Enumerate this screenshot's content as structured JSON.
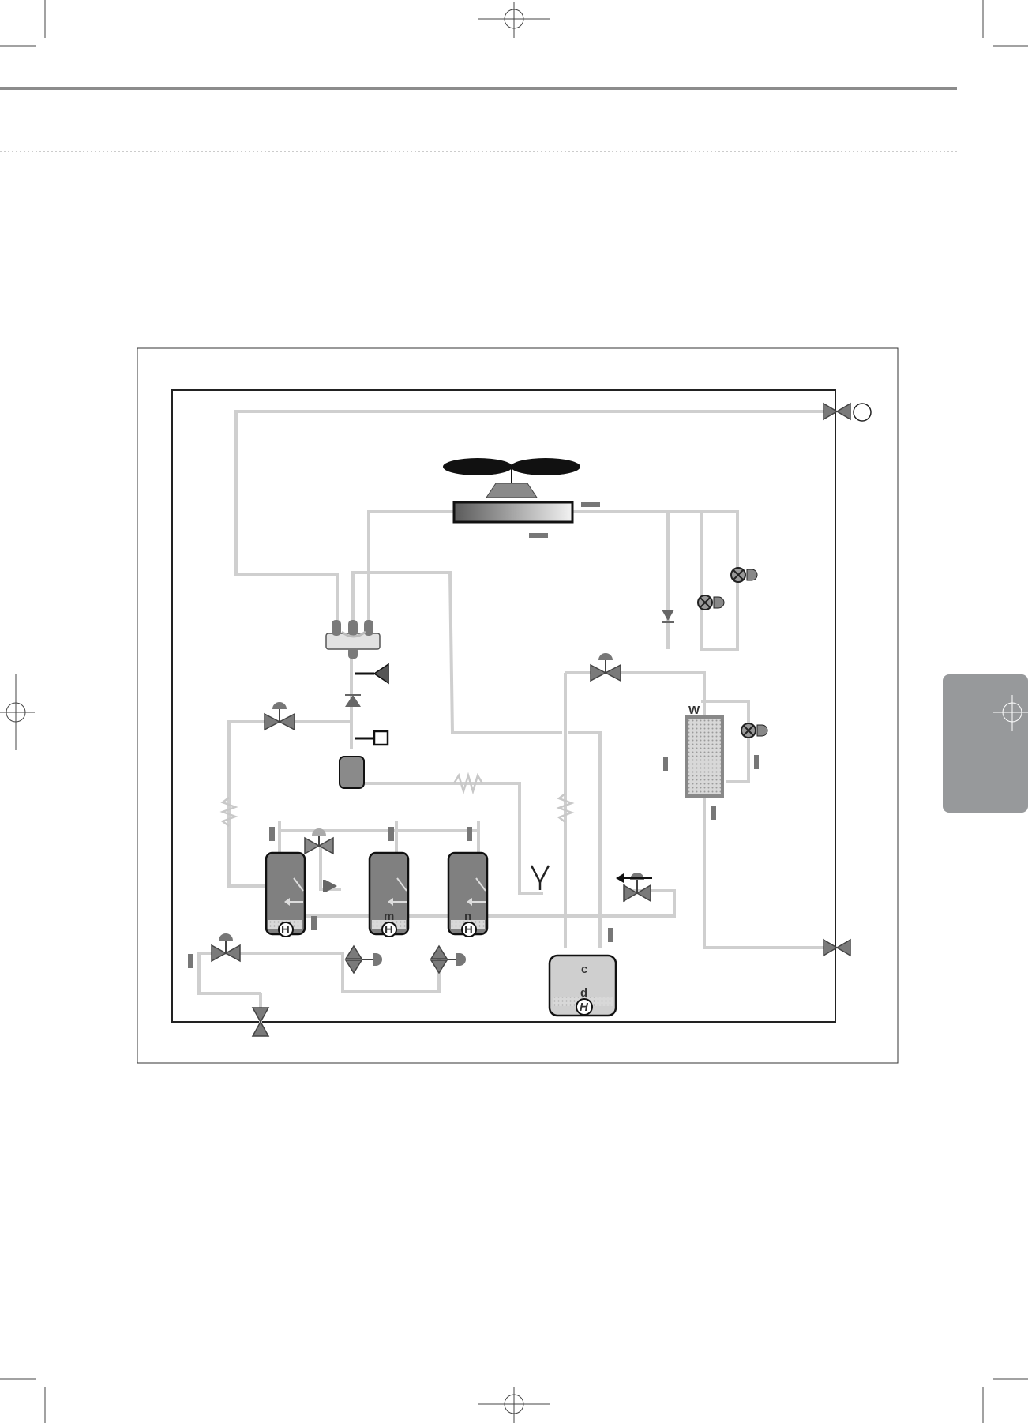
{
  "labels": {
    "heat_exchanger": "W",
    "compressor_2": "m",
    "compressor_3": "n",
    "receiver_top": "c",
    "receiver_bottom": "d",
    "heater": "H"
  },
  "colors": {
    "pipe": "#cfcfcf",
    "component": "#7d7d7d",
    "outline": "#2b2b2b",
    "side_tab": "#97999b",
    "header_rule": "#8c8c8c"
  },
  "icons": [
    "registration-mark-icon",
    "fan-icon",
    "valve-icon",
    "solenoid-valve-icon",
    "heater-icon",
    "capillary-coil-icon",
    "check-valve-icon",
    "sensor-icon"
  ]
}
